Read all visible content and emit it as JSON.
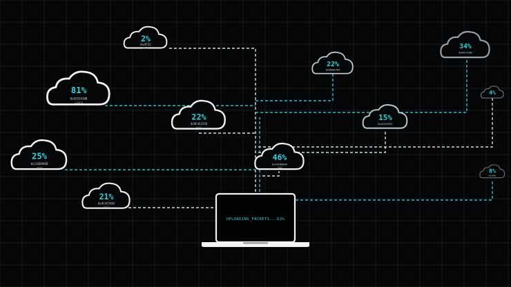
{
  "clouds": [
    {
      "id": "cloud-2",
      "pct": "2%",
      "addr": "0x4F22",
      "sub": "#35",
      "bright": "white"
    },
    {
      "id": "cloud-81",
      "pct": "81%",
      "addr": "0x9293430B",
      "sub": "2A0FB",
      "bright": "white"
    },
    {
      "id": "cloud-22a",
      "pct": "22%",
      "addr": "0x9E4E2558",
      "sub": "44A0",
      "bright": "white"
    },
    {
      "id": "cloud-25",
      "pct": "25%",
      "addr": "0x136D996D",
      "sub": "3F88",
      "bright": "white"
    },
    {
      "id": "cloud-21",
      "pct": "21%",
      "addr": "0x4C4C5589",
      "sub": "F7A4",
      "bright": "white"
    },
    {
      "id": "cloud-46",
      "pct": "46%",
      "addr": "0x93F8B8A9",
      "sub": "C00A",
      "bright": "white"
    },
    {
      "id": "cloud-22b",
      "pct": "22%",
      "addr": "0x9D0027B4",
      "sub": "",
      "bright": "dim"
    },
    {
      "id": "cloud-15",
      "pct": "15%",
      "addr": "0x4332593F",
      "sub": "",
      "bright": "dim"
    },
    {
      "id": "cloud-34",
      "pct": "34%",
      "addr": "0xA4C7C90A",
      "sub": "",
      "bright": "dim"
    },
    {
      "id": "cloud-4",
      "pct": "4%",
      "addr": "",
      "sub": "",
      "bright": "faint"
    },
    {
      "id": "cloud-8",
      "pct": "8%",
      "addr": "0x3A4E",
      "sub": "",
      "bright": "faint"
    }
  ],
  "laptop": {
    "status": "UPLOADING_PACKETS...62%"
  },
  "colors": {
    "accent": "#33d2d8",
    "background": "#050607",
    "outline": "#f2f4f5"
  }
}
